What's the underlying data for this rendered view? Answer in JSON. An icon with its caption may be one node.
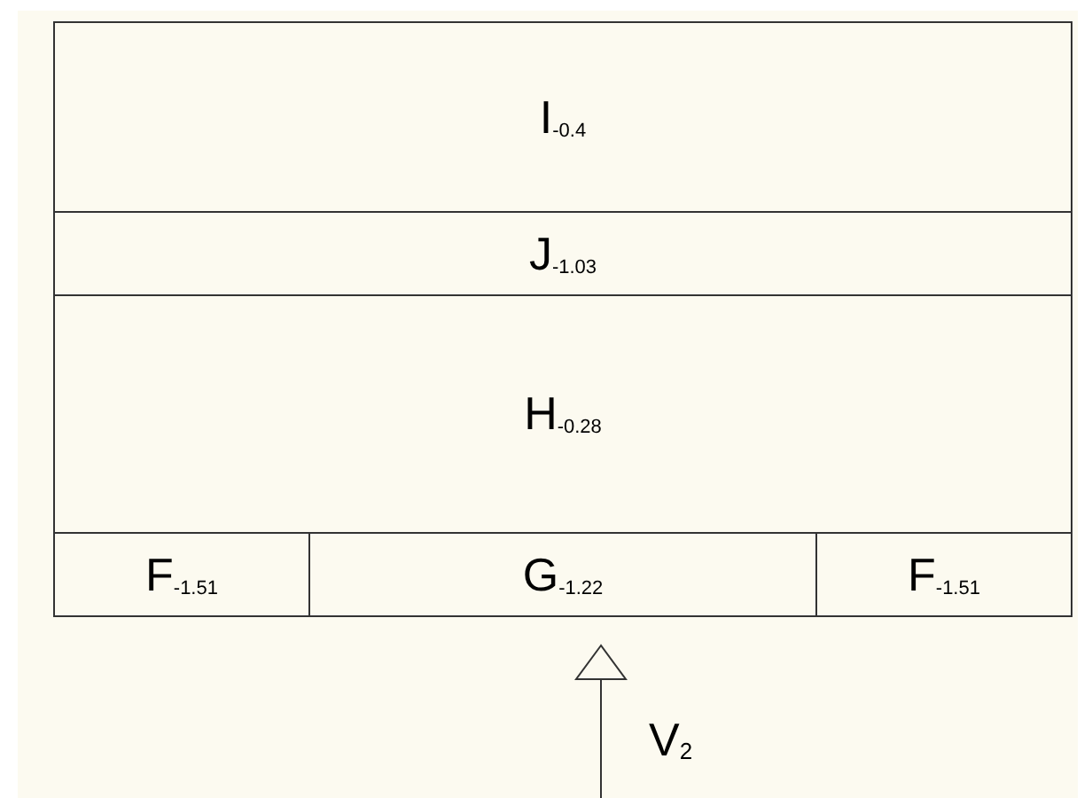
{
  "diagram": {
    "nodes": [
      {
        "text": [
          "I$_{-0.4}$"
        ]
      },
      {
        "text": [
          "J$_{-1.03}$"
        ]
      },
      {
        "text": [
          "H$_{-0.28}$"
        ]
      },
      {
        "text": [
          "F$_{-1.51}$"
        ]
      },
      {
        "text": [
          "G$_{-1.22}$"
        ]
      },
      {
        "text": [
          "F$_{-1.51}$"
        ]
      }
    ],
    "labels": [
      "V$_{2}$"
    ]
  }
}
